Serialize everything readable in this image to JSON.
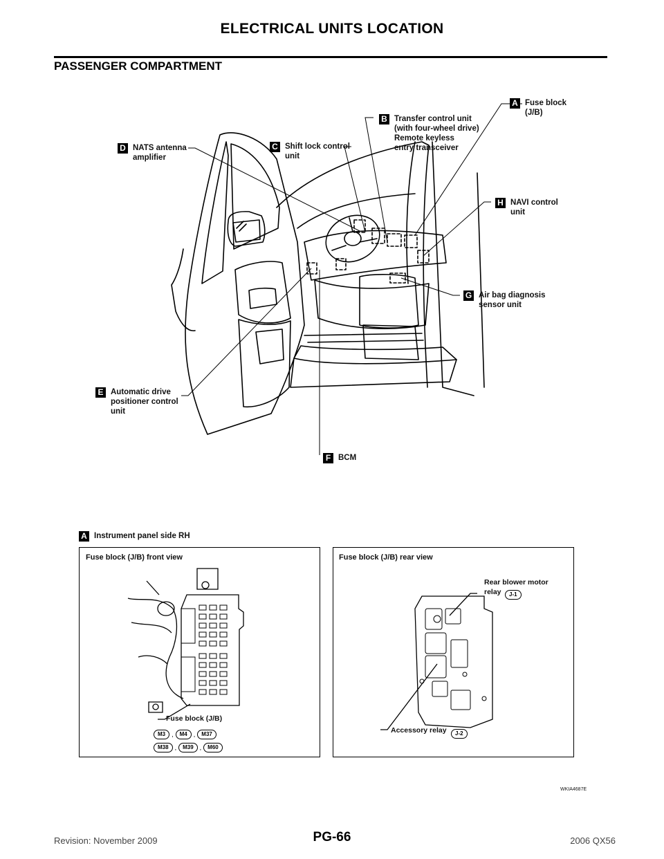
{
  "header": {
    "title": "ELECTRICAL UNITS LOCATION"
  },
  "section": {
    "title": "PASSENGER COMPARTMENT"
  },
  "callouts": {
    "A": {
      "letter": "A",
      "text": "Fuse block\n(J/B)"
    },
    "B": {
      "letter": "B",
      "text": "Transfer control unit\n(with four-wheel drive)\nRemote keyless\nentry transceiver"
    },
    "C": {
      "letter": "C",
      "text": "Shift lock control\nunit"
    },
    "D": {
      "letter": "D",
      "text": "NATS antenna\namplifier"
    },
    "H": {
      "letter": "H",
      "text": "NAVI control\nunit"
    },
    "G": {
      "letter": "G",
      "text": "Air bag diagnosis\nsensor unit"
    },
    "E": {
      "letter": "E",
      "text": "Automatic drive\npositioner control\nunit"
    },
    "F": {
      "letter": "F",
      "text": "BCM"
    }
  },
  "detail": {
    "letter": "A",
    "label": "Instrument panel side RH",
    "front": {
      "title": "Fuse block (J/B) front view",
      "label": "Fuse block (J/B)",
      "connectors_row1": [
        "M3",
        "M4",
        "M37"
      ],
      "connectors_row2": [
        "M38",
        "M39",
        "M60"
      ]
    },
    "rear": {
      "title": "Fuse block (J/B) rear view",
      "relay1_label": "Rear blower motor\nrelay",
      "relay1_code": "J-1",
      "relay2_label": "Accessory relay",
      "relay2_code": "J-2"
    }
  },
  "ref_code": "WKIA4687E",
  "footer": {
    "revision": "Revision: November 2009",
    "page": "PG-66",
    "model": "2006 QX56"
  }
}
